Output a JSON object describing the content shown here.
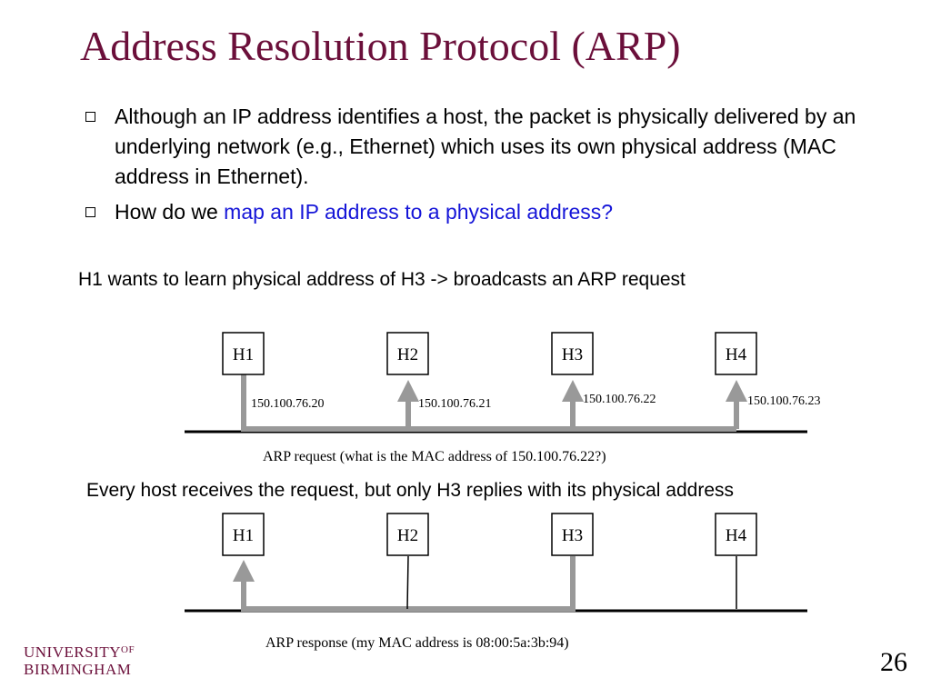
{
  "title": "Address Resolution Protocol (ARP)",
  "bullets": [
    {
      "text": "Although an IP address identifies a host, the packet is physically delivered by an underlying network (e.g., Ethernet) which uses its own physical address (MAC address in Ethernet)."
    },
    {
      "prefix": "How do we ",
      "highlight": "map an IP address to a physical address?"
    }
  ],
  "caption1": "H1 wants to learn physical address of H3 -> broadcasts an ARP request",
  "caption2": "Every host receives the request, but only H3 replies with its physical address",
  "request_label": "ARP request (what is the MAC address of 150.100.76.22?)",
  "response_label": "ARP response (my MAC address is 08:00:5a:3b:94)",
  "hosts": [
    "H1",
    "H2",
    "H3",
    "H4"
  ],
  "ips": [
    "150.100.76.20",
    "150.100.76.21",
    "150.100.76.22",
    "150.100.76.23"
  ],
  "logo": {
    "line1": "UNIVERSITY",
    "of": "OF",
    "line2": "BIRMINGHAM"
  },
  "page_number": "26",
  "colors": {
    "title": "#6b0f3a",
    "highlight": "#1515d8",
    "arrow": "#999999"
  }
}
